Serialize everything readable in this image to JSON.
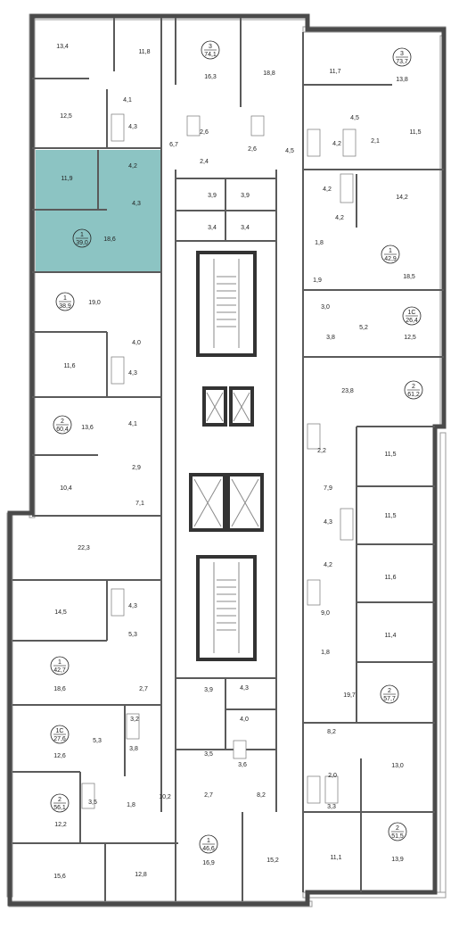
{
  "rooms": [
    {
      "id": "r1",
      "area": "13,4"
    },
    {
      "id": "r2",
      "area": "11,8"
    },
    {
      "id": "r3",
      "area": "16,3"
    },
    {
      "id": "r4",
      "area": "18,8"
    },
    {
      "id": "r5",
      "area": "11,7"
    },
    {
      "id": "r6",
      "area": "13,8"
    },
    {
      "id": "r7",
      "area": "4,1"
    },
    {
      "id": "r8",
      "area": "12,5"
    },
    {
      "id": "r9",
      "area": "4,3"
    },
    {
      "id": "r10",
      "area": "6,7"
    },
    {
      "id": "r11",
      "area": "2,6"
    },
    {
      "id": "r12",
      "area": "2,4"
    },
    {
      "id": "r13",
      "area": "2,6"
    },
    {
      "id": "r14",
      "area": "4,5"
    },
    {
      "id": "r15",
      "area": "4,5"
    },
    {
      "id": "r16",
      "area": "4,2"
    },
    {
      "id": "r17",
      "area": "2,1"
    },
    {
      "id": "r18",
      "area": "11,5"
    },
    {
      "id": "r19",
      "area": "4,2"
    },
    {
      "id": "r20",
      "area": "11,9"
    },
    {
      "id": "r21",
      "area": "4,2"
    },
    {
      "id": "r22",
      "area": "4,3"
    },
    {
      "id": "r23",
      "area": "18,6"
    },
    {
      "id": "r24",
      "area": "3,9"
    },
    {
      "id": "r25",
      "area": "3,9"
    },
    {
      "id": "r26",
      "area": "3,4"
    },
    {
      "id": "r27",
      "area": "3,4"
    },
    {
      "id": "r28",
      "area": "14,2"
    },
    {
      "id": "r29",
      "area": "4,2"
    },
    {
      "id": "r30",
      "area": "1,8"
    },
    {
      "id": "r31",
      "area": "18,5"
    },
    {
      "id": "r32",
      "area": "1,9"
    },
    {
      "id": "r33",
      "area": "19,0"
    },
    {
      "id": "r34",
      "area": "3,0"
    },
    {
      "id": "r35",
      "area": "3,8"
    },
    {
      "id": "r36",
      "area": "5,2"
    },
    {
      "id": "r37",
      "area": "12,5"
    },
    {
      "id": "r38",
      "area": "4,0"
    },
    {
      "id": "r39",
      "area": "11,6"
    },
    {
      "id": "r40",
      "area": "4,3"
    },
    {
      "id": "r41",
      "area": "23,8"
    },
    {
      "id": "r42",
      "area": "4,1"
    },
    {
      "id": "r43",
      "area": "13,6"
    },
    {
      "id": "r44",
      "area": "2,2"
    },
    {
      "id": "r45",
      "area": "11,5"
    },
    {
      "id": "r46",
      "area": "2,9"
    },
    {
      "id": "r47",
      "area": "10,4"
    },
    {
      "id": "r48",
      "area": "7,9"
    },
    {
      "id": "r49",
      "area": "7,1"
    },
    {
      "id": "r50",
      "area": "11,5"
    },
    {
      "id": "r51",
      "area": "4,3"
    },
    {
      "id": "r52",
      "area": "22,3"
    },
    {
      "id": "r53",
      "area": "4,2"
    },
    {
      "id": "r54",
      "area": "11,6"
    },
    {
      "id": "r55",
      "area": "4,3"
    },
    {
      "id": "r56",
      "area": "14,5"
    },
    {
      "id": "r57",
      "area": "9,0"
    },
    {
      "id": "r58",
      "area": "5,3"
    },
    {
      "id": "r59",
      "area": "11,4"
    },
    {
      "id": "r60",
      "area": "1,8"
    },
    {
      "id": "r61",
      "area": "18,6"
    },
    {
      "id": "r62",
      "area": "2,7"
    },
    {
      "id": "r63",
      "area": "3,9"
    },
    {
      "id": "r64",
      "area": "4,3"
    },
    {
      "id": "r65",
      "area": "19,7"
    },
    {
      "id": "r66",
      "area": "4,0"
    },
    {
      "id": "r67",
      "area": "3,2"
    },
    {
      "id": "r68",
      "area": "8,2"
    },
    {
      "id": "r69",
      "area": "5,3"
    },
    {
      "id": "r70",
      "area": "3,8"
    },
    {
      "id": "r71",
      "area": "3,5"
    },
    {
      "id": "r72",
      "area": "3,6"
    },
    {
      "id": "r73",
      "area": "12,6"
    },
    {
      "id": "r74",
      "area": "2,0"
    },
    {
      "id": "r75",
      "area": "13,0"
    },
    {
      "id": "r76",
      "area": "10,2"
    },
    {
      "id": "r77",
      "area": "3,3"
    },
    {
      "id": "r78",
      "area": "3,5"
    },
    {
      "id": "r79",
      "area": "1,8"
    },
    {
      "id": "r80",
      "area": "2,7"
    },
    {
      "id": "r81",
      "area": "8,2"
    },
    {
      "id": "r82",
      "area": "12,2"
    },
    {
      "id": "r83",
      "area": "16,9"
    },
    {
      "id": "r84",
      "area": "15,2"
    },
    {
      "id": "r85",
      "area": "11,1"
    },
    {
      "id": "r86",
      "area": "13,9"
    },
    {
      "id": "r87",
      "area": "15,6"
    },
    {
      "id": "r88",
      "area": "12,8"
    }
  ],
  "apartments": [
    {
      "id": "a1",
      "rooms": "3",
      "area": "74,1"
    },
    {
      "id": "a2",
      "rooms": "3",
      "area": "73,7"
    },
    {
      "id": "a3",
      "rooms": "1",
      "area": "39,0",
      "selected": true
    },
    {
      "id": "a4",
      "rooms": "1",
      "area": "42,9"
    },
    {
      "id": "a5",
      "rooms": "1",
      "area": "38,9"
    },
    {
      "id": "a6",
      "rooms": "1С",
      "area": "26,4"
    },
    {
      "id": "a7",
      "rooms": "2",
      "area": "61,2"
    },
    {
      "id": "a8",
      "rooms": "2",
      "area": "60,4"
    },
    {
      "id": "a9",
      "rooms": "1",
      "area": "42,7"
    },
    {
      "id": "a10",
      "rooms": "2",
      "area": "57,7"
    },
    {
      "id": "a11",
      "rooms": "1С",
      "area": "27,6"
    },
    {
      "id": "a12",
      "rooms": "2",
      "area": "56,1"
    },
    {
      "id": "a13",
      "rooms": "1",
      "area": "46,6"
    },
    {
      "id": "a14",
      "rooms": "2",
      "area": "51,5"
    }
  ],
  "colors": {
    "selected": "#8cc4c3",
    "wall": "#4a4a4a"
  }
}
